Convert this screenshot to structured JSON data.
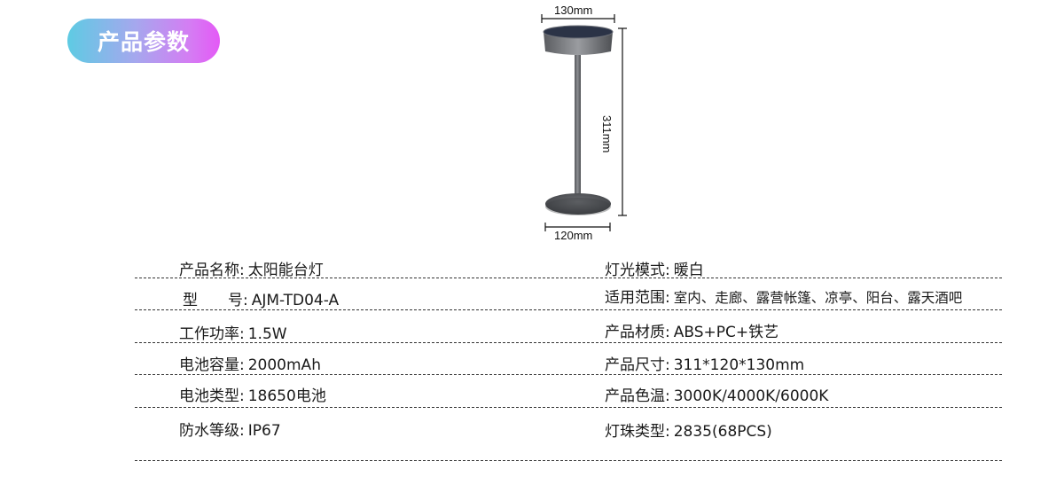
{
  "header": {
    "badge_label": "产品参数",
    "badge_gradient": [
      "#5ecbe3",
      "#e459f6"
    ]
  },
  "product_image": {
    "description": "solar table lamp",
    "dimensions": {
      "top_width": "130mm",
      "height": "311mm",
      "base_width": "120mm"
    }
  },
  "specs": {
    "left": [
      {
        "label": "产品名称:",
        "value": "太阳能台灯"
      },
      {
        "label": "型    号:",
        "value": "AJM-TD04-A"
      },
      {
        "label": "工作功率:",
        "value": "1.5W"
      },
      {
        "label": "电池容量:",
        "value": "2000mAh"
      },
      {
        "label": "电池类型:",
        "value": "18650电池"
      },
      {
        "label": "防水等级:",
        "value": "IP67"
      }
    ],
    "right": [
      {
        "label": "灯光模式:",
        "value": "暖白"
      },
      {
        "label": "适用范围:",
        "value": "室内、走廊、露营帐篷、凉亭、阳台、露天酒吧"
      },
      {
        "label": "产品材质:",
        "value": "ABS+PC+铁艺"
      },
      {
        "label": "产品尺寸:",
        "value": "311*120*130mm"
      },
      {
        "label": "产品色温:",
        "value": "3000K/4000K/6000K"
      },
      {
        "label": "灯珠类型:",
        "value": "2835(68PCS)"
      }
    ]
  }
}
